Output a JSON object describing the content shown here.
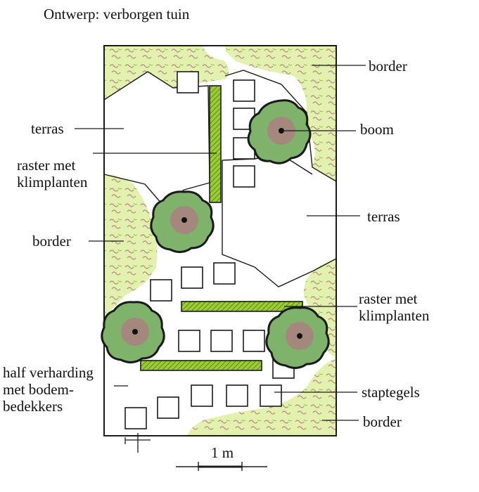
{
  "title": "Ontwerp: verborgen tuin",
  "labels": {
    "border_top_right": "border",
    "terras_left": "terras",
    "boom": "boom",
    "raster_left": [
      "raster met",
      "klimplanten"
    ],
    "border_left": "border",
    "terras_right": "terras",
    "raster_right": [
      "raster met",
      "klimplanten"
    ],
    "half_verharding": [
      "half verharding",
      "met bodem-",
      "bedekkers"
    ],
    "staptegels": "staptegels",
    "border_bottom_right": "border"
  },
  "scale_label": "1 m",
  "colors": {
    "outline": "#1a1a1a",
    "border_planting": "#dff0a8",
    "border_scribble": "#b88a86",
    "tree_foliage": "#7fb26a",
    "tree_shade": "#b27a84",
    "trellis": "#9ccc34",
    "background": "#ffffff"
  }
}
